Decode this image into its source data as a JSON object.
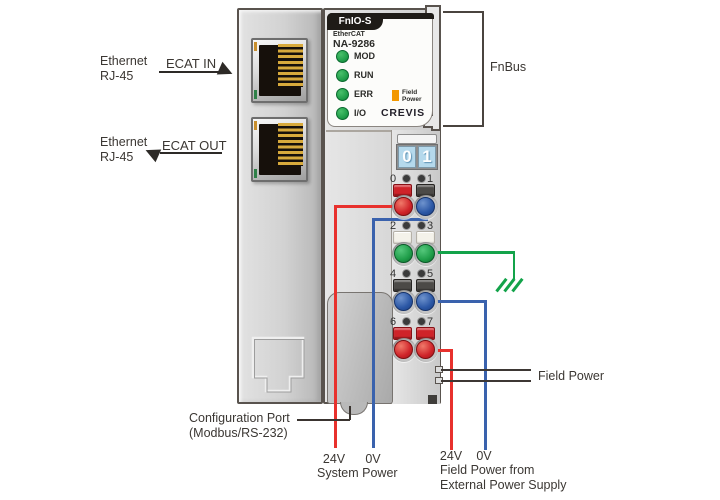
{
  "title": "NA-9286 EtherCAT adapter wiring diagram",
  "colors": {
    "red": "#cf2329",
    "blue": "#2b57a5",
    "green": "#1f9d49",
    "dark": "#4c4a47",
    "white": "#f4f2ea",
    "wire_red": "#e8312d",
    "wire_blue": "#3a62ad",
    "wire_green": "#13a34a",
    "led_green": "#1f9d49",
    "orange": "#f39800",
    "line_dark": "#3d3734"
  },
  "left_annotations": {
    "ecat_in": {
      "label_line1": "Ethernet",
      "label_line2": "RJ-45",
      "arrow_text": "ECAT IN"
    },
    "ecat_out": {
      "label_line1": "Ethernet",
      "label_line2": "RJ-45",
      "arrow_text": "ECAT OUT"
    }
  },
  "module": {
    "header": "FnIO-S",
    "protocol": "EtherCAT",
    "model": "NA-9286",
    "brand": "CREVIS",
    "leds": [
      {
        "label": "MOD"
      },
      {
        "label": "RUN"
      },
      {
        "label": "ERR"
      },
      {
        "label": "I/O"
      }
    ],
    "field_power_led": {
      "line1": "Field",
      "line2": "Power"
    },
    "address_switch": {
      "digits": [
        "0",
        "1"
      ]
    },
    "terminal_groups": [
      {
        "left_num": "0",
        "right_num": "1",
        "squares": [
          "red",
          "dark"
        ],
        "circles": [
          "red",
          "blue"
        ]
      },
      {
        "left_num": "2",
        "right_num": "3",
        "squares": [
          "white",
          "white"
        ],
        "circles": [
          "green",
          "green"
        ]
      },
      {
        "left_num": "4",
        "right_num": "5",
        "squares": [
          "dark",
          "dark"
        ],
        "circles": [
          "blue",
          "blue"
        ]
      },
      {
        "left_num": "6",
        "right_num": "7",
        "squares": [
          "red",
          "red"
        ],
        "circles": [
          "red",
          "red"
        ]
      }
    ]
  },
  "right_annotations": {
    "fnbus": "FnBus",
    "field_power": "Field Power"
  },
  "bottom_annotations": {
    "config_port": {
      "line1": "Configuration Port",
      "line2": "(Modbus/RS-232)"
    },
    "system_power": {
      "v24": "24V",
      "v0": "0V",
      "caption": "System Power"
    },
    "external_power": {
      "v24": "24V",
      "v0": "0V",
      "caption_line1": "Field Power from",
      "caption_line2": "External Power Supply"
    }
  }
}
